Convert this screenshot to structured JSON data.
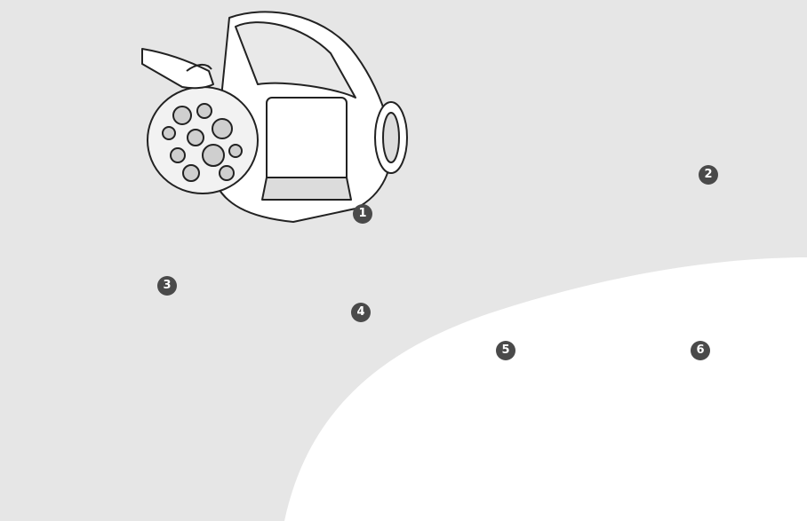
{
  "colors": {
    "background": "#e6e6e6",
    "white_area": "#ffffff",
    "badge_fill": "#4a4a4a",
    "badge_text": "#ffffff",
    "line_art": "#222222"
  },
  "steps": [
    {
      "number": "1",
      "icon": "vacuum-open-lid-dust-bag-icon"
    },
    {
      "number": "2",
      "icon": "hands-removing-filter-icon"
    },
    {
      "number": "3",
      "icon": "hose-insert-into-vacuum-icon"
    },
    {
      "number": "4",
      "icon": "crevice-nozzle-attach-icon"
    },
    {
      "number": "5",
      "icon": "wand-and-hose-connect-icon"
    },
    {
      "number": "6",
      "icon": "floor-brush-adjust-icon"
    }
  ]
}
